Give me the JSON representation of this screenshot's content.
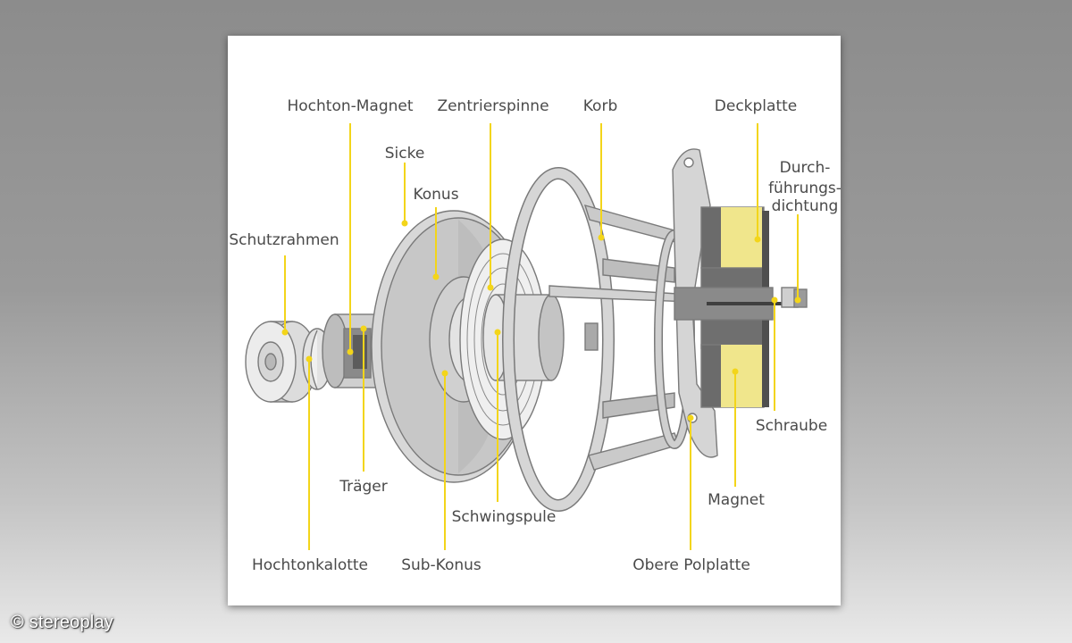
{
  "labels": {
    "hochton_magnet": "Hochton-Magnet",
    "zentrierspinne": "Zentrierspinne",
    "korb": "Korb",
    "deckplatte": "Deckplatte",
    "sicke": "Sicke",
    "konus": "Konus",
    "durch_line1": "Durch-",
    "durch_line2": "führungs-",
    "durch_line3": "dichtung",
    "schutzrahmen": "Schutzrahmen",
    "schraube": "Schraube",
    "traeger": "Träger",
    "magnet": "Magnet",
    "schwingspule": "Schwingspule",
    "hochtonkalotte": "Hochtonkalotte",
    "sub_konus": "Sub-Konus",
    "obere_polplatte": "Obere Polplatte"
  },
  "credit": "© stereoplay",
  "colors": {
    "leader": "#f3d51a",
    "magnet_fill": "#f0e68c",
    "part_gray": "#d2d2d2",
    "label_text": "#4a4a4a"
  }
}
